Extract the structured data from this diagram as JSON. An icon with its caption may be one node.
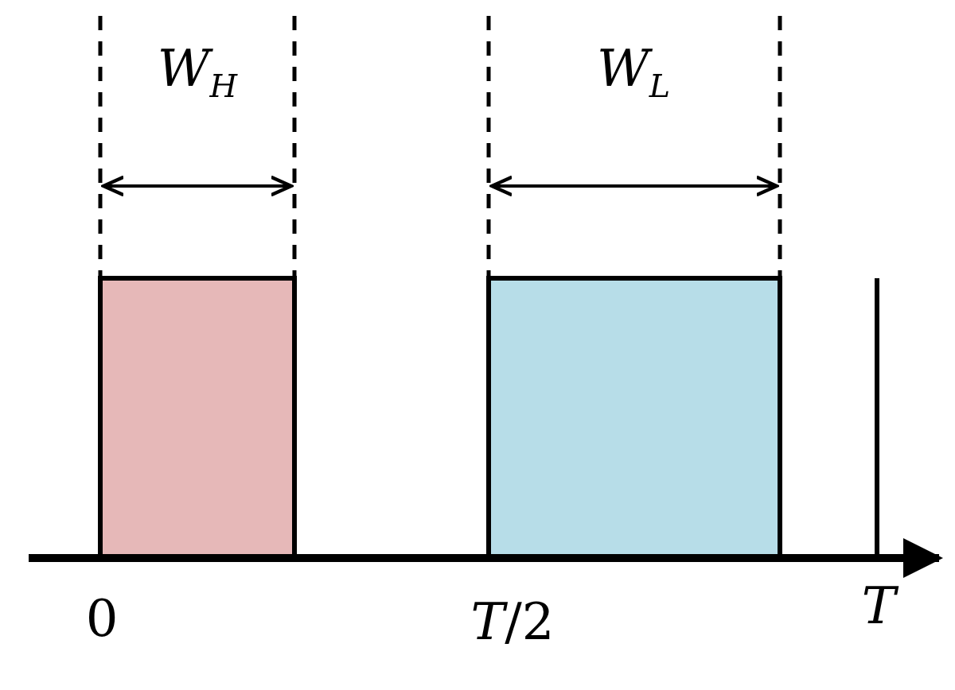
{
  "diagram": {
    "nodes": [
      {
        "text": [],
        "shape": "bar"
      },
      {
        "text": [],
        "shape": "bar"
      }
    ],
    "labels": [
      "W$_{H}$",
      "W$_{L}$",
      "0",
      "*T*/2",
      "T"
    ]
  }
}
